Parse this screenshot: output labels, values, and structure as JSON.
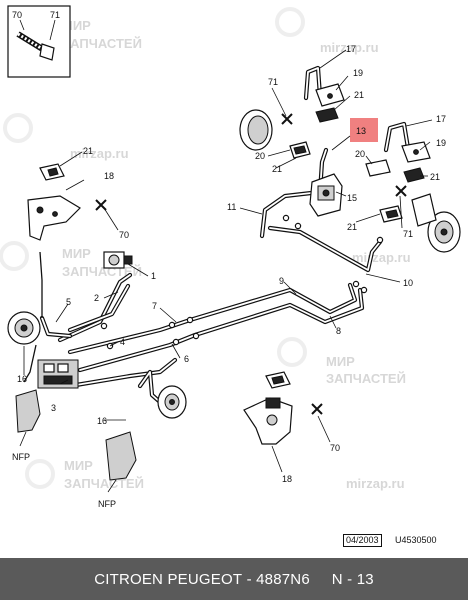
{
  "watermark": {
    "title": "МИР",
    "subtitle": "ЗАПЧАСТЕЙ",
    "site": "mirzap.ru"
  },
  "callouts": {
    "c1": "1",
    "c2": "2",
    "c3": "3",
    "c4": "4",
    "c5": "5",
    "c6": "6",
    "c7": "7",
    "c8": "8",
    "c9": "9",
    "c10": "10",
    "c11": "11",
    "c13": "13",
    "c15": "15",
    "c16a": "16",
    "c16b": "16",
    "c17a": "17",
    "c17b": "17",
    "c18a": "18",
    "c18b": "18",
    "c19a": "19",
    "c19b": "19",
    "c20a": "20",
    "c20b": "20",
    "c21a": "21",
    "c21b": "21",
    "c21c": "21",
    "c21d": "21",
    "c21e": "21",
    "c70a": "70",
    "c70b": "70",
    "c70c": "70",
    "c71a": "71",
    "c71b": "71",
    "c71c": "71",
    "nfp1": "NFP",
    "nfp2": "NFP"
  },
  "highlight": {
    "part_number": "13",
    "color": "#f08080"
  },
  "date_code": "04/2003",
  "ref_code": "U4530500",
  "footer": {
    "brand": "CITROEN PEUGEOT",
    "separator1": " - ",
    "part_code": "4887N6",
    "separator2": "     ",
    "position": "N - 13",
    "background": "#5a5a5a"
  }
}
